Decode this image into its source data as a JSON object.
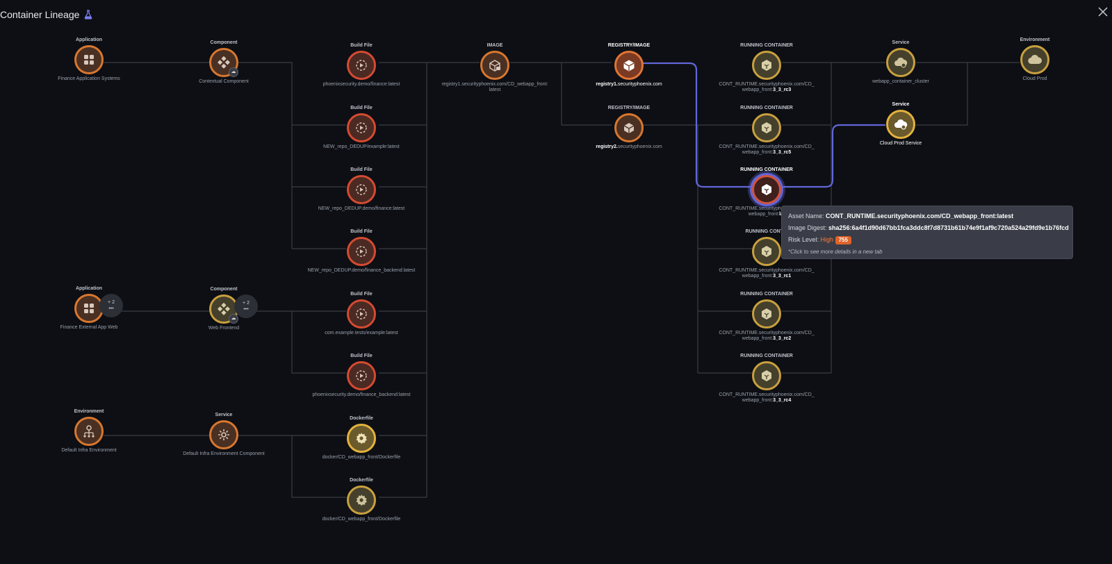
{
  "header": {
    "title": "Container Lineage"
  },
  "nodes": {
    "app1": {
      "type": "Application",
      "label": "Finance Application Systems"
    },
    "comp1": {
      "type": "Component",
      "label": "Contextual Component"
    },
    "bf1": {
      "type": "Build File",
      "label": "phoenixsecurity.demo/finance:latest"
    },
    "bf2": {
      "type": "Build File",
      "label": "NEW_repo_DEDUP/example:latest"
    },
    "bf3": {
      "type": "Build File",
      "label": "NEW_repo_DEDUP.demo/finance:latest"
    },
    "bf4": {
      "type": "Build File",
      "label": "NEW_repo_DEDUP.demo/finance_backend:latest"
    },
    "img1": {
      "type": "IMAGE",
      "label_line1": "registry1.securityphoenix.com/CD_webapp_front:",
      "label_line2": "latest"
    },
    "reg1": {
      "type": "REGISTRY/IMAGE",
      "label_bold": "registry1.",
      "label_rest": "securityphoenix.com"
    },
    "reg2": {
      "type": "REGISTRY/IMAGE",
      "label_bold": "registry2.",
      "label_rest": "securityphoenix.com"
    },
    "rc1": {
      "type": "RUNNING CONTAINER",
      "label_line1": "CONT_RUNTIME.securityphoenix.com/CD_",
      "label_pre": "webapp_front:",
      "label_bold": "3_3_rc3"
    },
    "rc2": {
      "type": "RUNNING CONTAINER",
      "label_line1": "CONT_RUNTIME.securityphoenix.com/CD_",
      "label_pre": "webapp_front:",
      "label_bold": "3_3_rc5"
    },
    "rc3": {
      "type": "RUNNING CONTAINER",
      "label_line1": "CONT_RUNTIME.securityphoenix.com/CD_",
      "label_pre": "webapp_front:",
      "label_bold": "lat"
    },
    "rc4": {
      "type": "RUNNING CONTAI",
      "label_line1": "CONT_RUNTIME.securityphoenix.com/CD_",
      "label_pre": "webapp_front:",
      "label_bold": "3_3_rc1"
    },
    "rc5": {
      "type": "RUNNING CONTAINER",
      "label_line1": "CONT_RUNTIME.securityphoenix.com/CD_",
      "label_pre": "webapp_front:",
      "label_bold": "3_3_rc2"
    },
    "rc6": {
      "type": "RUNNING CONTAINER",
      "label_line1": "CONT_RUNTIME.securityphoenix.com/CD_",
      "label_pre": "webapp_front:",
      "label_bold": "3_3_rc4"
    },
    "svc1": {
      "type": "Service",
      "label": "webapp_container_cluster"
    },
    "svc2": {
      "type": "Service",
      "label": "Cloud Prod Service"
    },
    "env1": {
      "type": "Environment",
      "label": "Cloud Prod"
    },
    "app2": {
      "type": "Application",
      "label": "Finance External App Web",
      "more": "+ 2"
    },
    "comp2": {
      "type": "Component",
      "label": "Web Frontend",
      "more": "+ 2"
    },
    "bf5": {
      "type": "Build File",
      "label": "com.example.tests/example:latest"
    },
    "bf6": {
      "type": "Build File",
      "label": "phoenixsecurity.demo/finance_backend:latest"
    },
    "env2": {
      "type": "Environment",
      "label": "Default Infra Environment"
    },
    "svc3": {
      "type": "Service",
      "label": "Default Infra Environment Component"
    },
    "df1": {
      "type": "Dockerfile",
      "label": "docker/CD_webapp_front/Dockerfile"
    },
    "df2": {
      "type": "Dockerfile",
      "label": "docker/CD_webapp_front/Dockerfile"
    }
  },
  "tooltip": {
    "asset_name_label": "Asset Name:",
    "asset_name_value": "CONT_RUNTIME.securityphoenix.com/CD_webapp_front:latest",
    "digest_label": "Image Digest:",
    "digest_value": "sha256:6a4f1d90d67bb1fca3ddc8f7d8731b61b74e9f1af9c720a524a29fd9e1b76fcd",
    "risk_label": "Risk Level:",
    "risk_value": "High",
    "risk_score": "755",
    "hint": "*Click to see more details in a new tab"
  },
  "colors": {
    "highlight_edge": "#6266d8",
    "edge": "#3a3d45",
    "risk_high": "#e0632a"
  }
}
